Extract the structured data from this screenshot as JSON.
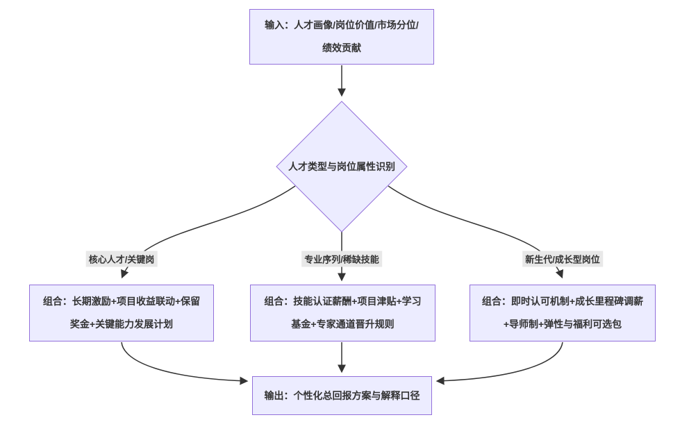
{
  "diagram": {
    "colors": {
      "node_fill": "#ECECFF",
      "node_border": "#9370DB",
      "edge_line": "#333333",
      "edge_label_bg": "#e8e8e8",
      "text": "#333333",
      "background": "#ffffff"
    },
    "nodes": {
      "input": {
        "lines": [
          "输入：人才画像/岗位价值/市场分位/",
          "绩效贡献"
        ]
      },
      "decision": {
        "label": "人才类型与岗位属性识别"
      },
      "combo_core": {
        "lines": [
          "组合：长期激励+项目收益联动+保留",
          "奖金+关键能力发展计划"
        ]
      },
      "combo_pro": {
        "lines": [
          "组合：技能认证薪酬+项目津贴+学习",
          "基金+专家通道晋升规则"
        ]
      },
      "combo_young": {
        "lines": [
          "组合：即时认可机制+成长里程碑调薪",
          "+导师制+弹性与福利可选包"
        ]
      },
      "output": {
        "lines": [
          "输出：个性化总回报方案与解释口径"
        ]
      }
    },
    "edge_labels": {
      "core": "核心人才/关键岗",
      "pro": "专业序列/稀缺技能",
      "young": "新生代/成长型岗位"
    }
  }
}
